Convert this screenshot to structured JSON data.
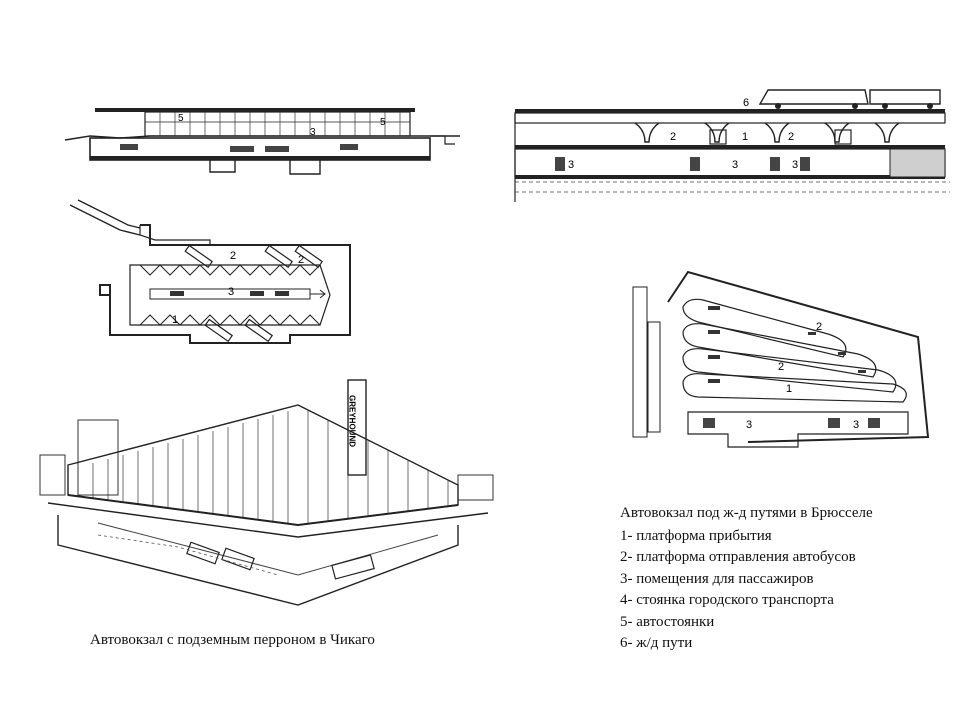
{
  "chicago": {
    "caption": "Автовокзал с подземным перроном в Чикаго",
    "section_labels": [
      "5",
      "5",
      "3"
    ],
    "plan_labels": [
      "2",
      "2",
      "3",
      "1"
    ],
    "sign_text": "GREYHOUND"
  },
  "brussels": {
    "title": "Автовокзал под ж-д путями в Брюсселе",
    "section_labels": [
      "6",
      "2",
      "1",
      "2",
      "3",
      "3",
      "3"
    ],
    "plan_labels": [
      "2",
      "2",
      "1",
      "3",
      "3"
    ],
    "legend": [
      "1- платформа прибытия",
      "2- платформа отправления автобусов",
      "3- помещения для пассажиров",
      "4- стоянка городского транспорта",
      "5- автостоянки",
      "6- ж/д пути"
    ]
  }
}
